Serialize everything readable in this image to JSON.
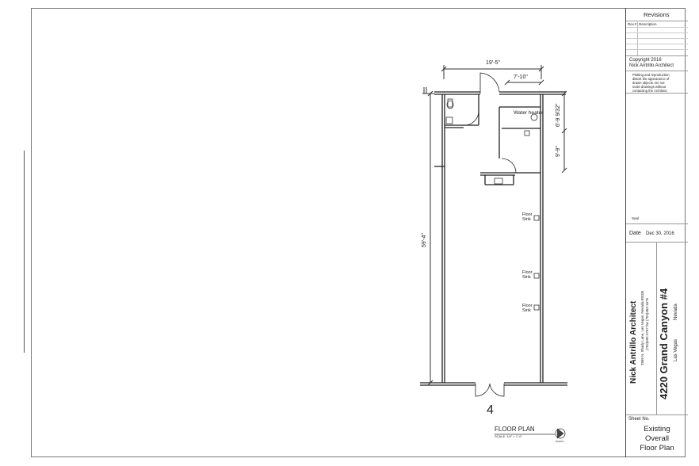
{
  "title_block": {
    "revisions_title": "Revisions",
    "rev_col": "Rev.#",
    "desc_col": "Description",
    "copyright": "Copyright 2016",
    "copyright_holder": "Nick Antrillo Architect",
    "disclaimer": [
      "Plotting and reproduction",
      "distort the appearance of",
      "drawn objects.  Do not",
      "scale drawings without",
      "contacting the Architect."
    ],
    "seal_label": "Seal",
    "date_label": "Date",
    "date_value": "Dec 30, 2016",
    "firm_name": "Nick Antrillo Architect",
    "firm_address": "2555 N. Shady Lane, Las Vegas, Nevada 89108",
    "firm_phone": "(702)592-3767    fax (702)453-1675",
    "project_name": "4220 Grand Canyon #4",
    "city": "Las Vegas",
    "state": "Nevada",
    "sheet_no_label": "Sheet No.",
    "sheet_title": [
      "Existing",
      "Overall",
      "Floor Plan"
    ]
  },
  "plan": {
    "dim_width": "19'-5\"",
    "dim_room": "7'-10\"",
    "dim_room_depth": "6'-9 9/32\"",
    "dim_corridor": "9'-9\"",
    "dim_length": "59'-4\"",
    "water_heater": "Water heater",
    "floor_sink_label": [
      "Floor",
      "Sink"
    ],
    "unit_number": "4",
    "plan_title": "FLOOR PLAN",
    "scale": "SCALE:  1/4\" = 1'-0\"",
    "north_label": "NORTH"
  }
}
